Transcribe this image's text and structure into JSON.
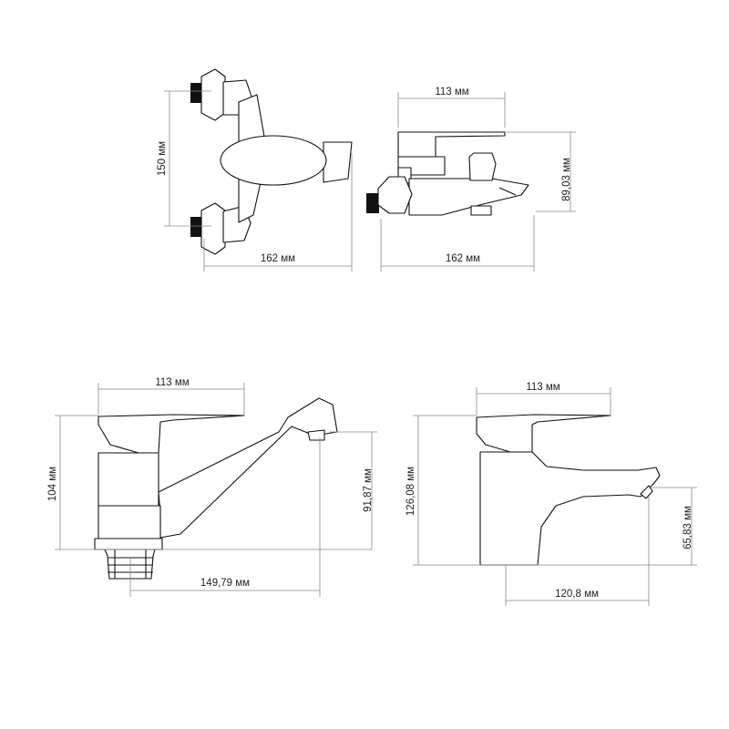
{
  "views": {
    "wall_front": {
      "height_label": "150 мм",
      "width_label": "162 мм"
    },
    "wall_side": {
      "width_top_label": "113 мм",
      "height_label": "89,03 мм",
      "width_bottom_label": "162 мм"
    },
    "basin_long": {
      "width_top_label": "113 мм",
      "height_left_label": "104 мм",
      "spout_height_label": "91,87 мм",
      "reach_label": "149,79 мм"
    },
    "basin_short": {
      "width_top_label": "113 мм",
      "height_left_label": "126,08 мм",
      "spout_height_label": "65,83 мм",
      "reach_label": "120,8 мм"
    }
  }
}
